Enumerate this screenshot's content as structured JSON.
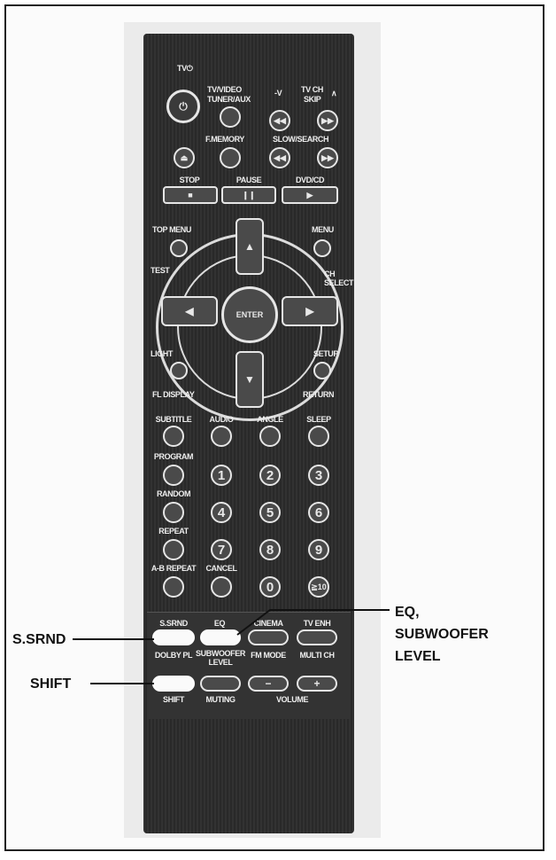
{
  "remote": {
    "top": {
      "tv_power": "TV⏻",
      "power_symbol": "⏻",
      "tv_video": "TV/VIDEO",
      "tuner_aux": "TUNER/AUX",
      "vol_down": "-V",
      "vol_up": "∧",
      "tv_ch": "TV CH",
      "skip": "SKIP",
      "f_memory": "F.MEMORY",
      "slow_search": "SLOW/SEARCH",
      "stop": "STOP",
      "pause": "PAUSE",
      "dvd_cd": "DVD/CD"
    },
    "nav": {
      "top_menu": "TOP MENU",
      "menu": "MENU",
      "test": "TEST",
      "ch_select": "CH SELECT",
      "enter": "ENTER",
      "light": "LIGHT",
      "setup": "SETUP",
      "fl_display": "FL DISPLAY",
      "return": "RETURN"
    },
    "keys": {
      "subtitle": "SUBTITLE",
      "audio": "AUDIO",
      "angle": "ANGLE",
      "sleep": "SLEEP",
      "program": "PROGRAM",
      "random": "RANDOM",
      "repeat": "REPEAT",
      "ab_repeat": "A-B REPEAT",
      "cancel": "CANCEL",
      "digits": [
        "1",
        "2",
        "3",
        "4",
        "5",
        "6",
        "7",
        "8",
        "9",
        "0",
        "≧10"
      ]
    },
    "bottom": {
      "s_srnd": "S.SRND",
      "eq": "EQ",
      "cinema": "CINEMA",
      "tv_enh": "TV ENH",
      "dolby_pl": "DOLBY PL",
      "subwoofer_level_1": "SUBWOOFER",
      "subwoofer_level_2": "LEVEL",
      "fm_mode": "FM MODE",
      "multi_ch": "MULTI CH",
      "shift": "SHIFT",
      "muting": "MUTING",
      "volume": "VOLUME",
      "minus": "−",
      "plus": "+"
    }
  },
  "callouts": {
    "s_srnd": "S.SRND",
    "shift": "SHIFT",
    "eq_line1": "EQ,",
    "eq_line2": "SUBWOOFER",
    "eq_line3": "LEVEL"
  }
}
